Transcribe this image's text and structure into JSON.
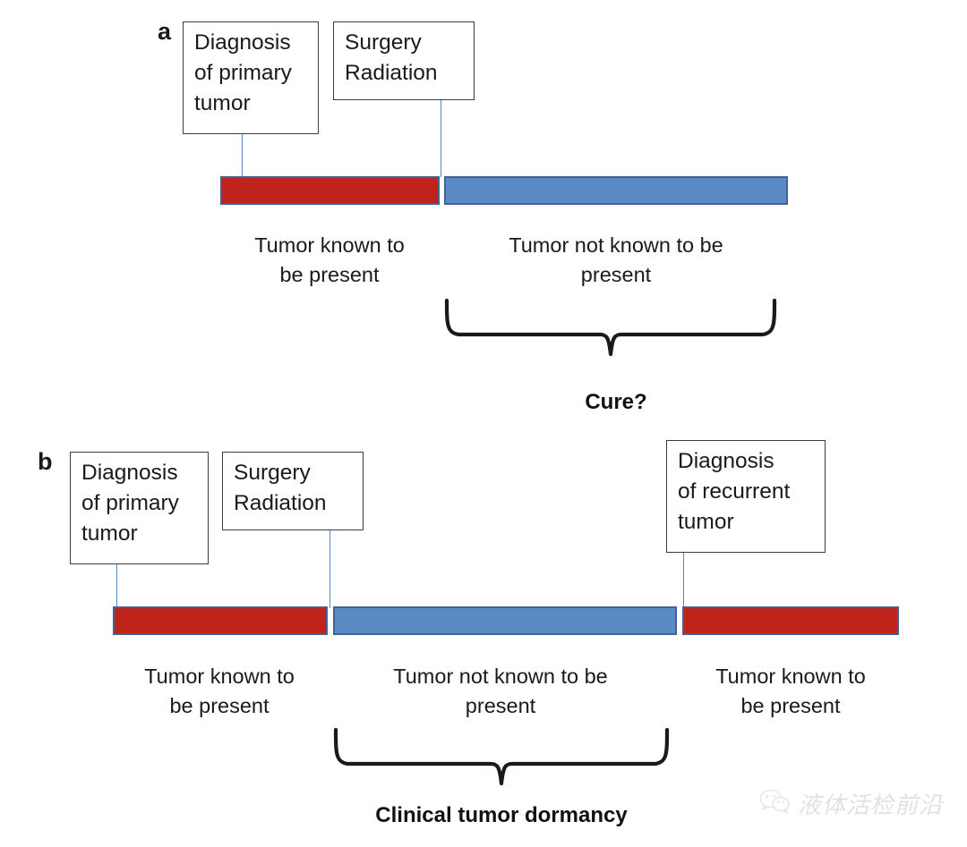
{
  "figure": {
    "background": "#ffffff",
    "colors": {
      "tumor_present_bar": "#c0231c",
      "tumor_absent_bar": "#5b8bc4",
      "bar_border": "#3f6392",
      "connector_line": "#5b87c5",
      "box_border": "#3c3c3c",
      "text": "#1a1a1a"
    }
  },
  "panel_a": {
    "letter": "a",
    "boxes": [
      {
        "name": "diagnosis-primary-tumor",
        "text": "Diagnosis\nof primary\ntumor"
      },
      {
        "name": "surgery-radiation",
        "text": "Surgery\nRadiation"
      }
    ],
    "bars": [
      {
        "name": "tumor-present-bar",
        "state": "present",
        "color": "#c0231c"
      },
      {
        "name": "tumor-absent-bar",
        "state": "absent",
        "color": "#5b8bc4"
      }
    ],
    "captions": [
      "Tumor known to\nbe present",
      "Tumor not known to be\npresent"
    ],
    "brace_label": "Cure?"
  },
  "panel_b": {
    "letter": "b",
    "boxes": [
      {
        "name": "diagnosis-primary-tumor",
        "text": "Diagnosis\nof primary\ntumor"
      },
      {
        "name": "surgery-radiation",
        "text": "Surgery\nRadiation"
      },
      {
        "name": "diagnosis-recurrent-tumor",
        "text": "Diagnosis\nof recurrent\ntumor"
      }
    ],
    "bars": [
      {
        "name": "tumor-present-bar-1",
        "state": "present",
        "color": "#c0231c"
      },
      {
        "name": "tumor-absent-bar",
        "state": "absent",
        "color": "#5b8bc4"
      },
      {
        "name": "tumor-present-bar-2",
        "state": "present",
        "color": "#c0231c"
      }
    ],
    "captions": [
      "Tumor known to\nbe present",
      "Tumor not known to be\npresent",
      "Tumor known to\nbe present"
    ],
    "brace_label": "Clinical tumor dormancy"
  },
  "watermark": {
    "icon": "wechat-icon",
    "text": "液体活检前沿"
  }
}
